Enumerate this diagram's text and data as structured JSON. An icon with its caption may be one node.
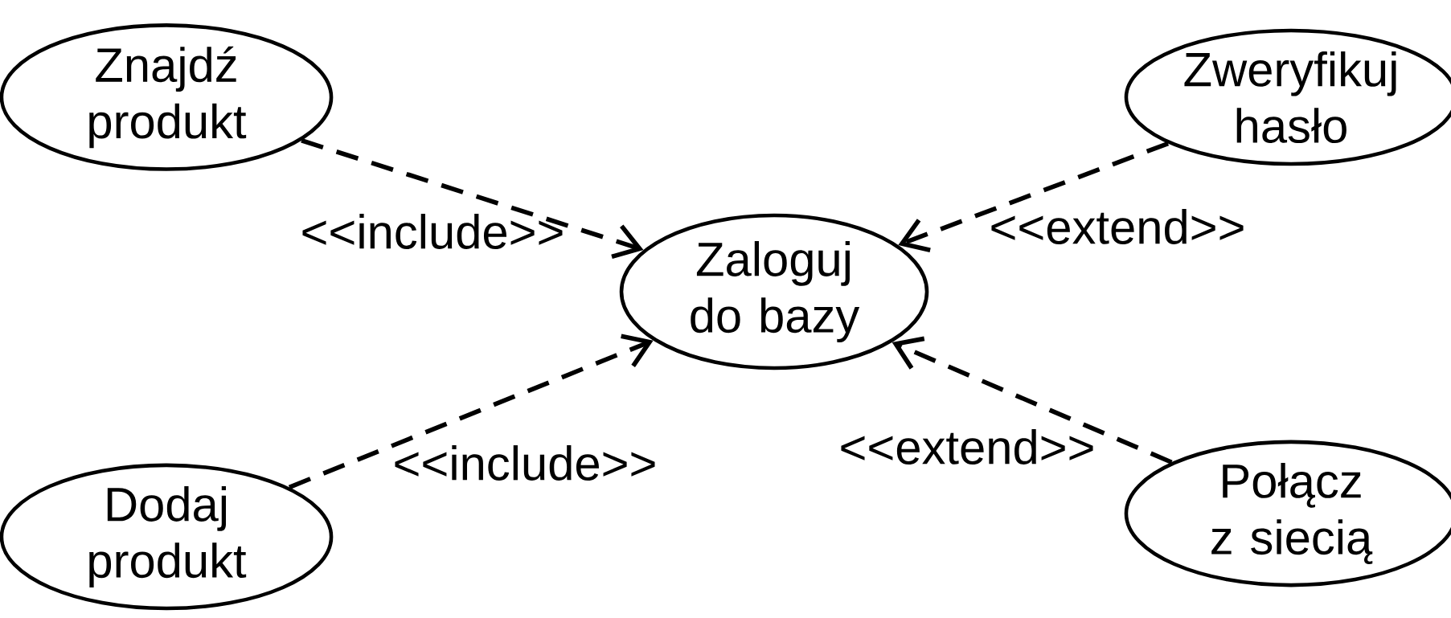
{
  "diagram": {
    "nodes": [
      {
        "text": [
          "Znajdź produkt"
        ]
      },
      {
        "text": [
          "Zweryfikuj hasło"
        ]
      },
      {
        "text": [
          "Zaloguj do bazy"
        ]
      },
      {
        "text": [
          "Dodaj produkt"
        ]
      },
      {
        "text": [
          "Połącz z siecią"
        ]
      }
    ],
    "edges": [
      {
        "from": 0,
        "to": 2,
        "arrow": "to",
        "style": "dashed",
        "label": "<<include>>"
      },
      {
        "from": 1,
        "to": 2,
        "arrow": "to",
        "style": "dashed",
        "label": "<<extend>>"
      },
      {
        "from": 3,
        "to": 2,
        "arrow": "to",
        "style": "dashed",
        "label": "<<include>>"
      },
      {
        "from": 4,
        "to": 2,
        "arrow": "to",
        "style": "dashed",
        "label": "<<extend>>"
      }
    ]
  }
}
